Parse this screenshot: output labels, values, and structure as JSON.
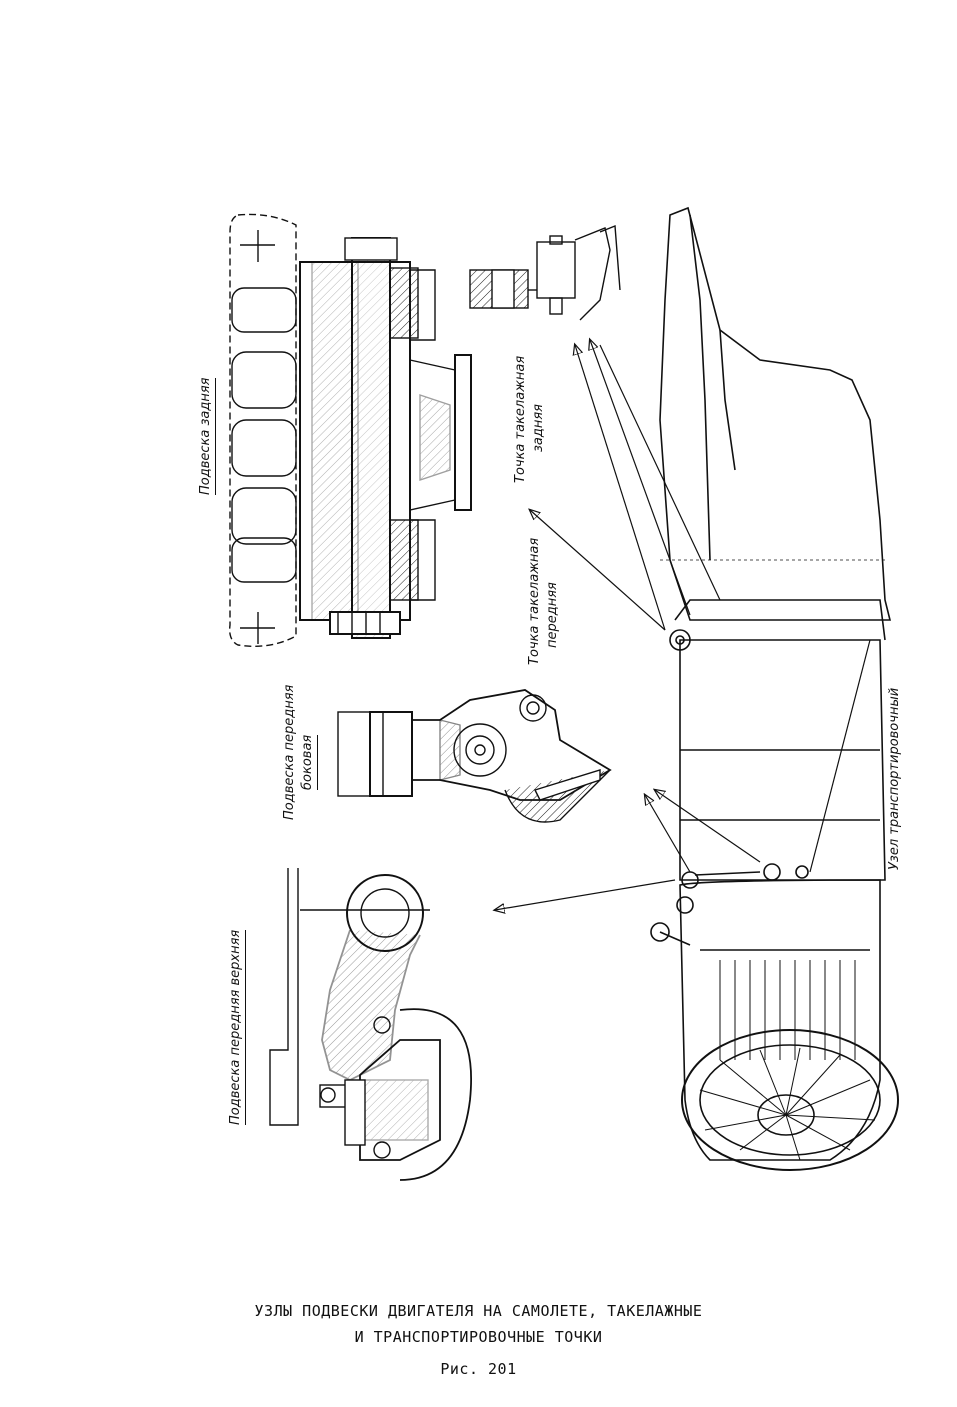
{
  "labels": {
    "rear_mount": "Подвеска задняя",
    "rear_rigging_point_line1": "Точка такелажная",
    "rear_rigging_point_line2": "задняя",
    "front_rigging_point_line1": "Точка такелажная",
    "front_rigging_point_line2": "передняя",
    "front_side_mount_line1": "Подвеска передняя",
    "front_side_mount_line2": "боковая",
    "front_upper_mount": "Подвеска передняя верхняя",
    "transport_node": "Узел транспортировочный"
  },
  "caption": {
    "line1": "УЗЛЫ ПОДВЕСКИ ДВИГАТЕЛЯ НА САМОЛЕТЕ, ТАКЕЛАЖНЫЕ",
    "line2": "И ТРАНСПОРТИРОВОЧНЫЕ ТОЧКИ",
    "figure": "Рис. 201"
  }
}
